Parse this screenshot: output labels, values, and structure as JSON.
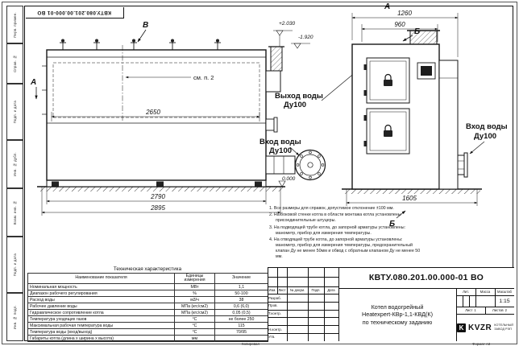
{
  "sheet": {
    "stamp_top": "КВТУ.080.201.00.000-01 ВО",
    "copied_label": "Копировал",
    "format_label": "Формат А3",
    "margin_labels": [
      "Инв. № подл.",
      "Подп. и дата",
      "Взам. инв. №",
      "Инв. № дубл.",
      "Подп. и дата",
      "Справ. №",
      "Перв. примен."
    ]
  },
  "views": {
    "left": {
      "marker_a": "А",
      "marker_b": "В",
      "see_note": "см. п. 2",
      "dim_inner": "2650",
      "dim_body": "2790",
      "dim_overall": "2895",
      "elev_top": "+2.030",
      "elev_flue": "-1.920",
      "elev_zero": "0.000",
      "outlet_line1": "Выход воды",
      "outlet_line2": "Ду100",
      "inlet_line1": "Вход воды",
      "inlet_line2": "Ду100"
    },
    "right": {
      "marker_a": "А",
      "marker_b_top": "Б",
      "marker_b_bottom": "Б",
      "dim_top": "1260",
      "dim_inner": "960",
      "dim_bottom": "1605",
      "inlet_line1": "Вход воды",
      "inlet_line2": "Ду100"
    }
  },
  "notes": {
    "items": [
      "1.  Все размеры для справок, допустимое отклонение ±100 мм.",
      "2.  На боковой стенке котла в области монтажа котла установлены присоединительные штуцеры.",
      "3.  На подводящей трубе котла, до запорной арматуры установлены: манометр, прибор для измерения температуры.",
      "4.  На отводящей трубе котла, до запорной арматуры установлены: манометр, прибор для измерения температуры, предохранительный клапан Ду не менее 50мм и обвод с обратным клапаном Ду не менее 50 мм."
    ]
  },
  "spec": {
    "title": "Техническая характеристика",
    "headers": [
      "Наименование показателя",
      "Единицы измерения",
      "Значение"
    ],
    "rows": [
      [
        "Номинальная мощность",
        "МВт",
        "1,1"
      ],
      [
        "Диапазон рабочего регулирования",
        "%",
        "50-100"
      ],
      [
        "Расход воды",
        "м3/ч",
        "38"
      ],
      [
        "Рабочее давление воды",
        "МПа (кгс/см2)",
        "0,6 (6,0)"
      ],
      [
        "Гидравлическое сопротивление котла",
        "МПа (кгс/см2)",
        "0,05 (0,5)"
      ],
      [
        "Температура уходящих газов",
        "°С",
        "не более 250"
      ],
      [
        "Максимальная рабочая температура воды",
        "°С",
        "115"
      ],
      [
        "Температура воды (вход/выход)",
        "°С",
        "70/95"
      ],
      [
        "Габариты котла (длина х ширина х высота)",
        "мм",
        ""
      ]
    ]
  },
  "title_block": {
    "doc_number": "КВТУ.080.201.00.000-01 ВО",
    "product_title_1": "Котел водогрейный",
    "product_title_2": "Heatexpert-КВр-1,1-КВД(К)",
    "product_title_3": "по техническому заданию",
    "header_cells": [
      "Изм.",
      "Лист",
      "№ докум.",
      "Подп.",
      "Дата"
    ],
    "row_labels": [
      "Разраб.",
      "Пров.",
      "Т.контр.",
      "Н.контр.",
      "Утв."
    ],
    "lit_label": "Лит.",
    "mass_label": "Масса",
    "scale_label": "Масштаб",
    "scale_value": "1:15",
    "sheet_label": "Лист",
    "sheet_value": "1",
    "sheets_label": "Листов",
    "sheets_value": "2",
    "logo_letter": "K",
    "logo_text": "KVZR",
    "company_line1": "КОТЕЛЬНЫЙ",
    "company_line2": "ЗАВОД РЭП"
  }
}
